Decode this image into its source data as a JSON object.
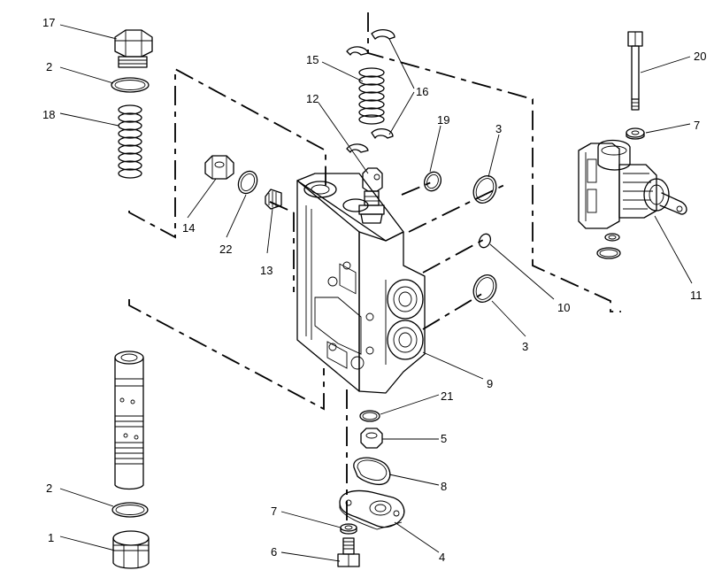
{
  "labels": {
    "p17": "17",
    "p2a": "2",
    "p18": "18",
    "p15": "15",
    "p16": "16",
    "p12": "12",
    "p19": "19",
    "p3a": "3",
    "p20": "20",
    "p7a": "7",
    "p14": "14",
    "p22": "22",
    "p13": "13",
    "p10": "10",
    "p11": "11",
    "p3b": "3",
    "p9": "9",
    "p21": "21",
    "p5": "5",
    "p8": "8",
    "p2b": "2",
    "p7b": "7",
    "p1": "1",
    "p6": "6",
    "p4": "4"
  }
}
